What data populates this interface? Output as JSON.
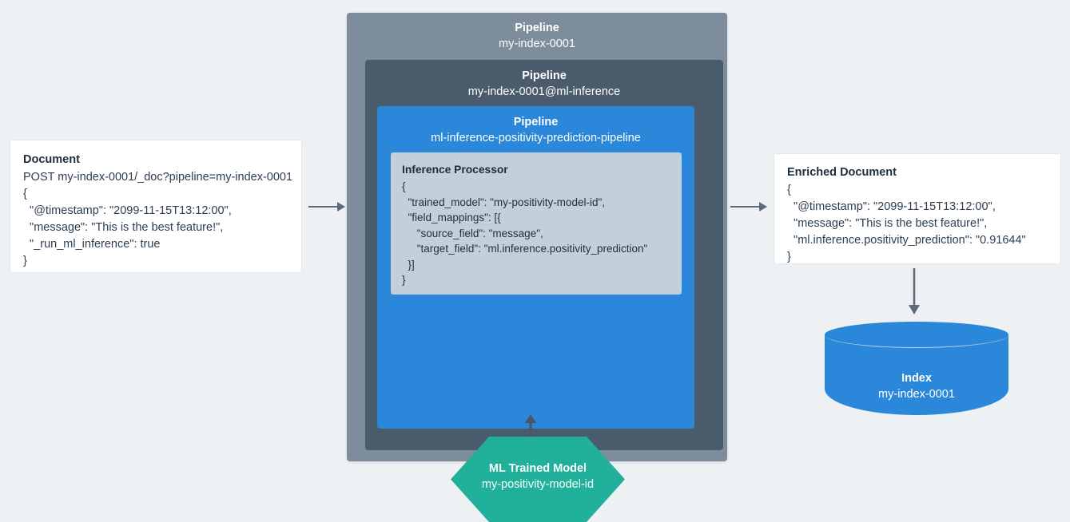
{
  "background_color": "#eef1f4",
  "document": {
    "title": "Document",
    "lines": [
      "POST my-index-0001/_doc?pipeline=my-index-0001",
      "{",
      "  \"@timestamp\": \"2099-11-15T13:12:00\",",
      "  \"message\": \"This is the best feature!\",",
      "  \"_run_ml_inference\": true",
      "}"
    ]
  },
  "pipeline_outer": {
    "kind": "Pipeline",
    "name": "my-index-0001",
    "color": "#7d8d9c"
  },
  "pipeline_middle": {
    "kind": "Pipeline",
    "name": "my-index-0001@ml-inference",
    "color": "#4a5c6b"
  },
  "pipeline_inner": {
    "kind": "Pipeline",
    "name": "ml-inference-positivity-prediction-pipeline",
    "color": "#2b87d9"
  },
  "inference_processor": {
    "title": "Inference Processor",
    "color": "#c3cfd9",
    "lines": [
      "{",
      "  \"trained_model\": \"my-positivity-model-id\",",
      "  \"field_mappings\": [{",
      "     \"source_field\": \"message\",",
      "     \"target_field\": \"ml.inference.positivity_prediction\"",
      "  }]",
      "}"
    ]
  },
  "ml_trained_model": {
    "kind": "ML Trained Model",
    "name": "my-positivity-model-id",
    "color": "#21b09a"
  },
  "enriched_document": {
    "title": "Enriched Document",
    "lines": [
      "{",
      "  \"@timestamp\": \"2099-11-15T13:12:00\",",
      "  \"message\": \"This is the best feature!\",",
      "  \"ml.inference.positivity_prediction\": \"0.91644\"",
      "}"
    ]
  },
  "index": {
    "kind": "Index",
    "name": "my-index-0001",
    "color": "#2b87d9"
  },
  "arrows": {
    "color": "#5c6b7a",
    "doc_to_pipeline": "arrow-right",
    "pipeline_to_enriched": "arrow-right",
    "enriched_to_index": "arrow-down",
    "model_to_processor": "arrow-up"
  }
}
